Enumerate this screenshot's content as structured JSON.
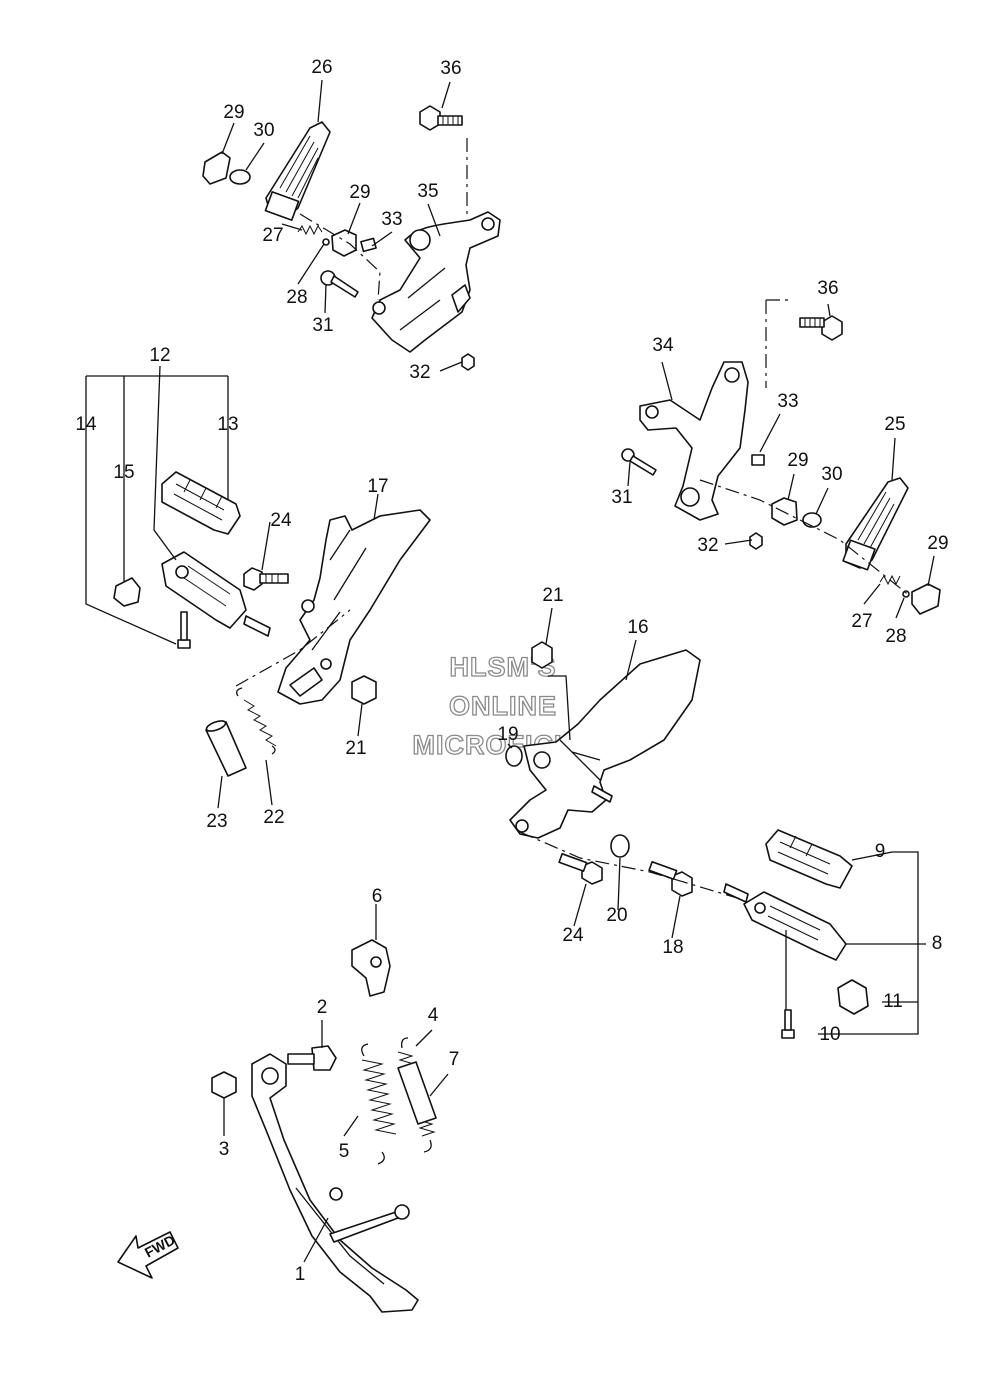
{
  "watermark": {
    "line1": "HLSM'S",
    "line2": "ONLINE",
    "line3": "MICROFICHE"
  },
  "fwd_label": "FWD",
  "callouts": {
    "p1": "1",
    "p2": "2",
    "p3": "3",
    "p4": "4",
    "p5": "5",
    "p6": "6",
    "p7": "7",
    "p8": "8",
    "p9": "9",
    "p10": "10",
    "p11": "11",
    "p12": "12",
    "p13": "13",
    "p14": "14",
    "p15": "15",
    "p16": "16",
    "p17": "17",
    "p18": "18",
    "p19": "19",
    "p20": "20",
    "p21a": "21",
    "p21b": "21",
    "p22": "22",
    "p23": "23",
    "p24a": "24",
    "p24b": "24",
    "p25": "25",
    "p26": "26",
    "p27a": "27",
    "p27b": "27",
    "p28a": "28",
    "p28b": "28",
    "p29a": "29",
    "p29b": "29",
    "p29c": "29",
    "p29d": "29",
    "p30a": "30",
    "p30b": "30",
    "p31a": "31",
    "p31b": "31",
    "p32a": "32",
    "p32b": "32",
    "p33a": "33",
    "p33b": "33",
    "p34": "34",
    "p35": "35",
    "p36a": "36",
    "p36b": "36"
  }
}
